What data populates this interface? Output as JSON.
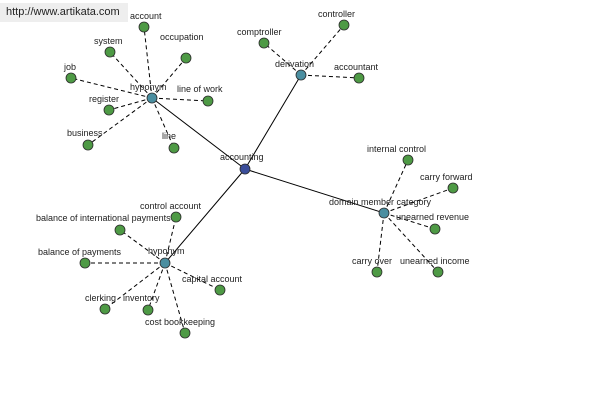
{
  "header": {
    "url": "http://www.artikata.com"
  },
  "colors": {
    "leaf": "#4e9a45",
    "hub": "#4a8ea0",
    "center": "#3a4d9a",
    "edge": "#000000"
  },
  "graph": {
    "center": {
      "label": "accounting"
    },
    "hubs": {
      "hyponym_top": {
        "label": "hyponym"
      },
      "derivation": {
        "label": "derivation"
      },
      "domain": {
        "label": "domain member category"
      },
      "hyponym_bottom": {
        "label": "hyponym"
      }
    },
    "leaves": {
      "account": "account",
      "system": "system",
      "occupation": "occupation",
      "job": "job",
      "register": "register",
      "line_of_work": "line of work",
      "business": "business",
      "line": "line",
      "comptroller": "comptroller",
      "controller": "controller",
      "accountant": "accountant",
      "internal_control": "internal control",
      "carry_forward": "carry forward",
      "unearned_revenue": "unearned revenue",
      "carry_over": "carry over",
      "unearned_income": "unearned income",
      "control_account": "control account",
      "balance_international": "balance of international payments",
      "balance_payments": "balance of payments",
      "capital_account": "capital account",
      "clerking": "clerking",
      "inventory": "inventory",
      "cost_bookkeeping": "cost bookkeeping"
    }
  }
}
